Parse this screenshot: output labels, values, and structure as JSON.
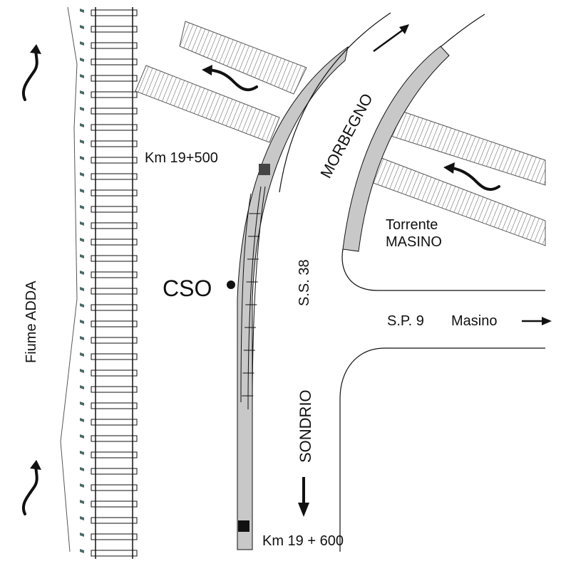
{
  "labels": {
    "river": "Fiume ADDA",
    "km_north": "Km 19+500",
    "km_south": "Km 19 + 600",
    "cso": "CSO",
    "road_main": "S.S. 38",
    "direction_north": "MORBEGNO",
    "direction_south": "SONDRIO",
    "stream_line1": "Torrente",
    "stream_line2": "MASINO",
    "road_side": "S.P. 9",
    "road_side_destination": "Masino"
  },
  "colors": {
    "line": "#111111",
    "gray_fill": "#c8c8c8",
    "rail_tie": "#ffffff",
    "bank_mark": "#4a6a66"
  },
  "icons": {
    "flow_arrow": "curved-flow-arrow",
    "direction_arrow": "straight-arrow"
  }
}
